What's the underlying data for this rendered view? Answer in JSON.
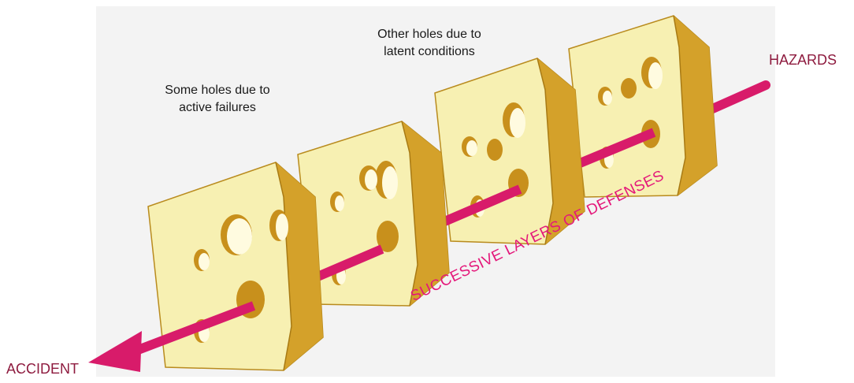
{
  "labels": {
    "active_failures": [
      "Some holes due to",
      "active failures"
    ],
    "latent_conditions": [
      "Other holes due to",
      "latent conditions"
    ],
    "hazards": "HAZARDS",
    "accident": "ACCIDENT",
    "layers": "SUCCESSIVE LAYERS OF DEFENSES"
  },
  "colors": {
    "background_panel": "#f3f3f3",
    "cheese_face": "#f7f0b2",
    "cheese_side": "#d4a12a",
    "hole_fill": "#c8901c",
    "arrow": "#d81b6a",
    "label_red": "#8e1b3f",
    "label_pink": "#e4177a"
  },
  "slices": [
    {
      "name": "slice-1",
      "order": 1
    },
    {
      "name": "slice-2",
      "order": 2
    },
    {
      "name": "slice-3",
      "order": 3
    },
    {
      "name": "slice-4",
      "order": 4
    }
  ]
}
